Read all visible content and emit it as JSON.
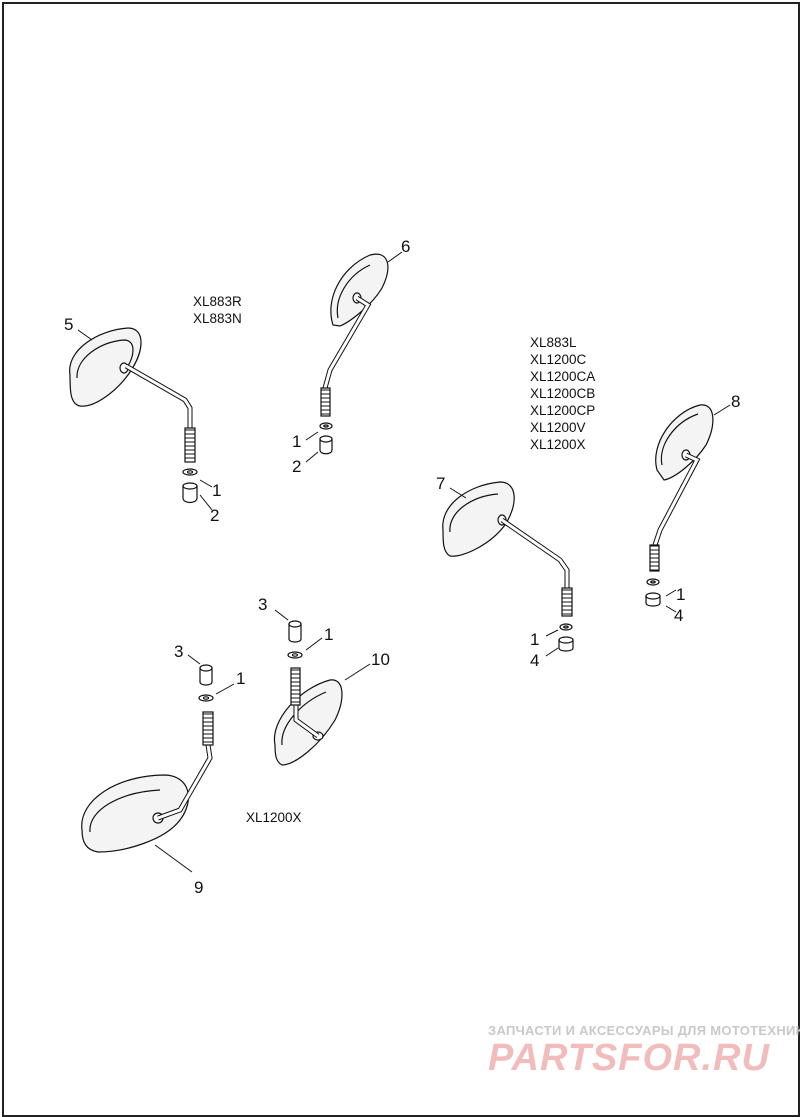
{
  "callouts": {
    "c1": "1",
    "c2": "2",
    "c3": "3",
    "c4": "4",
    "c5": "5",
    "c6": "6",
    "c7": "7",
    "c8": "8",
    "c9": "9",
    "c10": "10"
  },
  "models": {
    "group_a": [
      "XL883R",
      "XL883N"
    ],
    "group_b": [
      "XL883L",
      "XL1200C",
      "XL1200CA",
      "XL1200CB",
      "XL1200CP",
      "XL1200V",
      "XL1200X"
    ],
    "group_c": [
      "XL1200X"
    ]
  },
  "watermark": {
    "tagline": "ЗАПЧАСТИ И АКСЕССУАРЫ ДЛЯ МОТОТЕХНИКИ",
    "logo": "PARTSFOR.RU"
  },
  "colors": {
    "line": "#111111",
    "mirror_fill": "#f4f4f4",
    "watermark_logo": "#f2bcbc",
    "watermark_text": "#c9c9c9"
  }
}
